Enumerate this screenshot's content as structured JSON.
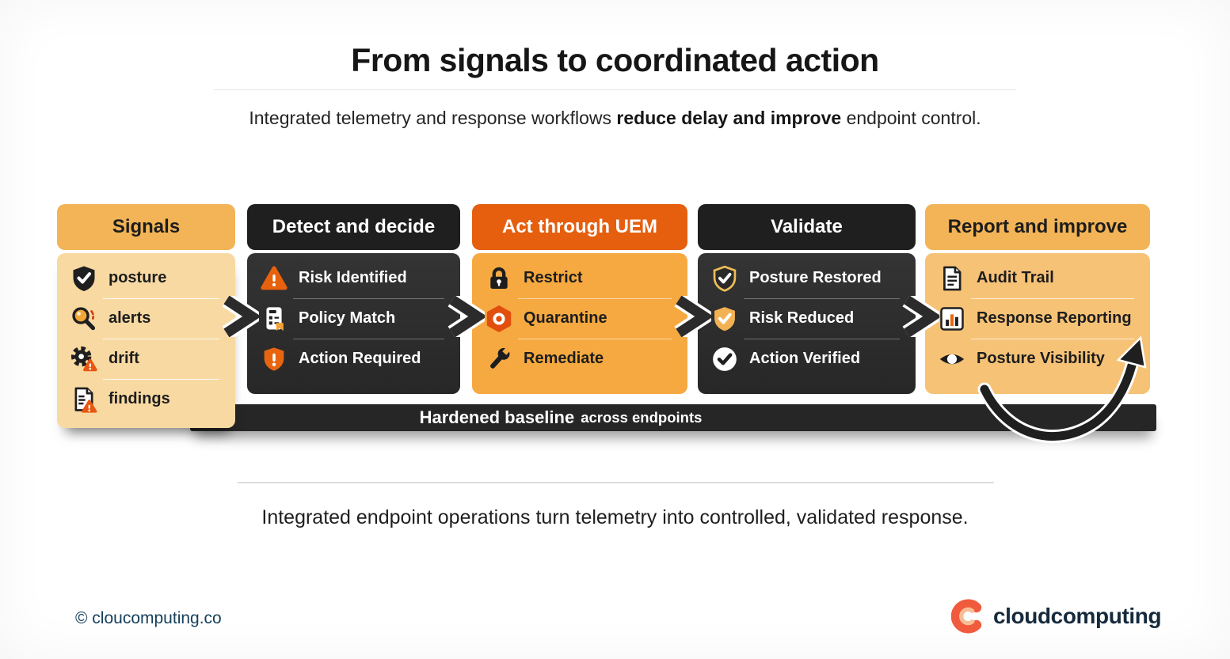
{
  "title": "From signals to coordinated action",
  "subtitle": {
    "pre": "Integrated telemetry and response workflows ",
    "bold": "reduce delay and improve",
    "post": " endpoint control."
  },
  "flow": {
    "columns": [
      {
        "title": "Signals",
        "items": [
          {
            "icon": "shield-check-icon",
            "label": "posture"
          },
          {
            "icon": "search-alert-icon",
            "label": "alerts"
          },
          {
            "icon": "gear-warning-icon",
            "label": "drift"
          },
          {
            "icon": "document-warning-icon",
            "label": "findings"
          }
        ]
      },
      {
        "title": "Detect and decide",
        "items": [
          {
            "icon": "warning-triangle-icon",
            "label": "Risk Identified"
          },
          {
            "icon": "policy-document-icon",
            "label": "Policy Match"
          },
          {
            "icon": "shield-alert-icon",
            "label": "Action Required"
          }
        ]
      },
      {
        "title": "Act through UEM",
        "items": [
          {
            "icon": "padlock-icon",
            "label": "Restrict"
          },
          {
            "icon": "quarantine-hexagon-icon",
            "label": "Quarantine"
          },
          {
            "icon": "wrench-icon",
            "label": "Remediate"
          }
        ]
      },
      {
        "title": "Validate",
        "items": [
          {
            "icon": "shield-outline-check-icon",
            "label": "Posture Restored"
          },
          {
            "icon": "shield-amber-check-icon",
            "label": "Risk Reduced"
          },
          {
            "icon": "circle-check-icon",
            "label": "Action Verified"
          }
        ]
      },
      {
        "title": "Report and improve",
        "items": [
          {
            "icon": "audit-document-icon",
            "label": "Audit Trail"
          },
          {
            "icon": "bar-chart-icon",
            "label": "Response Reporting"
          },
          {
            "icon": "eye-icon",
            "label": "Posture Visibility"
          }
        ]
      }
    ]
  },
  "banner": {
    "bold": "Hardened baseline",
    "rest": "across endpoints"
  },
  "caption": "Integrated endpoint operations turn telemetry into controlled, validated response.",
  "footer": {
    "copyright": "© cloucomputing.co",
    "brand": "cloudcomputing"
  },
  "colors": {
    "amber_header": "#f2b456",
    "amber_body": "#f8d9a2",
    "amber2_body": "#f6c276",
    "dark_header": "#1f1f1f",
    "dark_body": "#2d2d2d",
    "orange_header": "#e55f0e",
    "orange_body": "#f6a940",
    "banner_bg": "#262626",
    "accent_orange": "#e8650f",
    "footer_navy": "#16405c",
    "logo_coral": "#f15b3d"
  }
}
